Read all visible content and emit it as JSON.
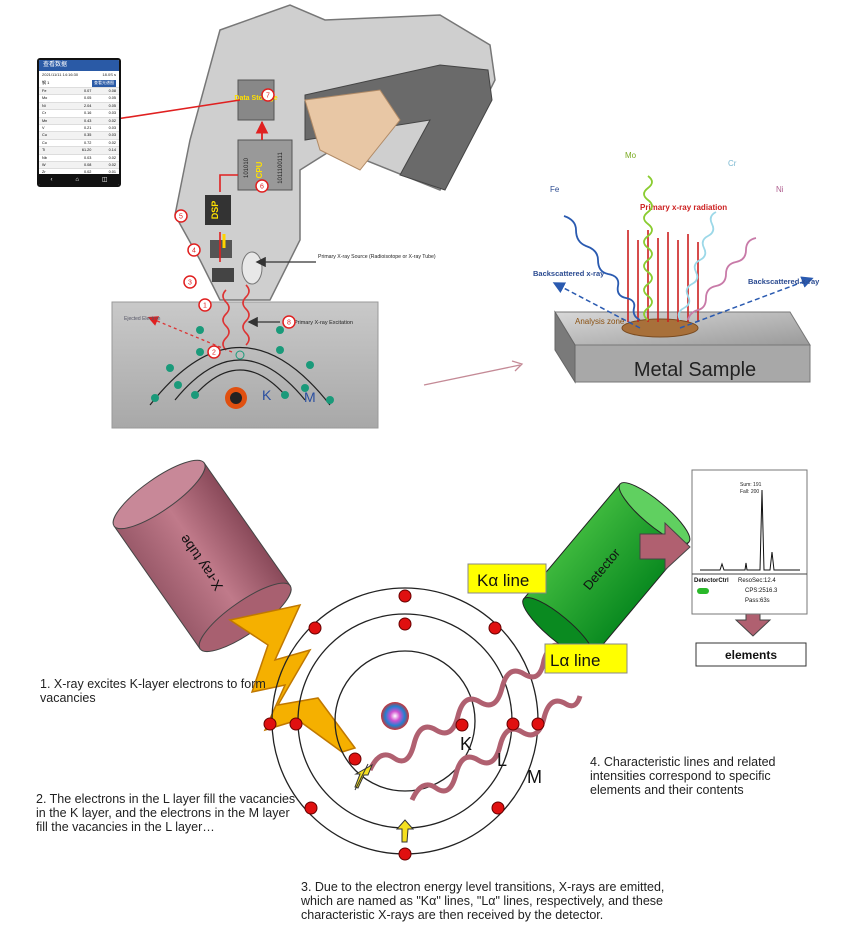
{
  "analyzer": {
    "labels": {
      "data_storage": "Data Storage",
      "cpu": "CPU",
      "cpu_bits_left": "101010",
      "cpu_bits_right": "1011100111",
      "dsp": "DSP",
      "source": "Primary X-ray Source (Radioisotope or X-ray Tube)",
      "excitation": "Primary X-ray Excitation",
      "ejected": "Ejected Electron",
      "shell_k": "K",
      "shell_m": "M"
    },
    "steps": [
      "1",
      "2",
      "3",
      "4",
      "5",
      "6",
      "7",
      "8"
    ],
    "phone": {
      "title": "查看数据",
      "subtitle": "2021/11/11 14:16:30",
      "value": "18.0S s",
      "tab_left": "钢 1",
      "tab_right": "查看光谱图",
      "rows": [
        [
          "Fe",
          "0.07",
          "0.08"
        ],
        [
          "Mo",
          "0.05",
          "0.05"
        ],
        [
          "Ni",
          "2.04",
          "0.05"
        ],
        [
          "Cr",
          "0.16",
          "0.03"
        ],
        [
          "Mn",
          "0.43",
          "0.02"
        ],
        [
          "V",
          "0.21",
          "0.03"
        ],
        [
          "Cu",
          "0.35",
          "0.03"
        ],
        [
          "Co",
          "0.72",
          "0.02"
        ],
        [
          "Ti",
          "61.20",
          "0.14"
        ],
        [
          "Nb",
          "0.03",
          "0.02"
        ],
        [
          "W",
          "0.08",
          "0.02"
        ],
        [
          "Zr",
          "0.02",
          "0.01"
        ]
      ]
    }
  },
  "sample": {
    "elements": [
      "Fe",
      "Mo",
      "Cr",
      "Ni"
    ],
    "primary": "Primary x-ray radiation",
    "backscattered_left": "Backscattered x-ray",
    "backscattered_right": "Backscattered x-ray",
    "analysis_zone": "Analysis zone",
    "metal_sample": "Metal Sample"
  },
  "lower": {
    "xray_tube": "X-ray tube",
    "detector": "Detector",
    "ka_line": "Kα line",
    "la_line": "Lα line",
    "shell_k": "K",
    "shell_l": "L",
    "shell_m": "M",
    "elements_box": "elements",
    "spectrum": {
      "peak_label_1": "Sum: 191",
      "peak_label_2": "Fall: 200",
      "detector_ctrl": "DetectorCtrl",
      "resolution": "ResoSec:12.4",
      "cps": "CPS:2516.3",
      "pass": "Pass:63s"
    }
  },
  "captions": {
    "step1": "1.  X-ray excites K-layer electrons to form vacancies",
    "step2": "2. The electrons in the L layer fill the vacancies in the K layer, and the electrons in the M layer fill the vacancies in the L layer…",
    "step3": "3. Due to the electron energy level transitions, X-rays are emitted, which are named as \"Kα\" lines, \"Lα\" lines, respectively, and these characteristic X-rays are then received by the detector.",
    "step4": "4. Characteristic lines and related intensities correspond to specific elements and their contents"
  }
}
